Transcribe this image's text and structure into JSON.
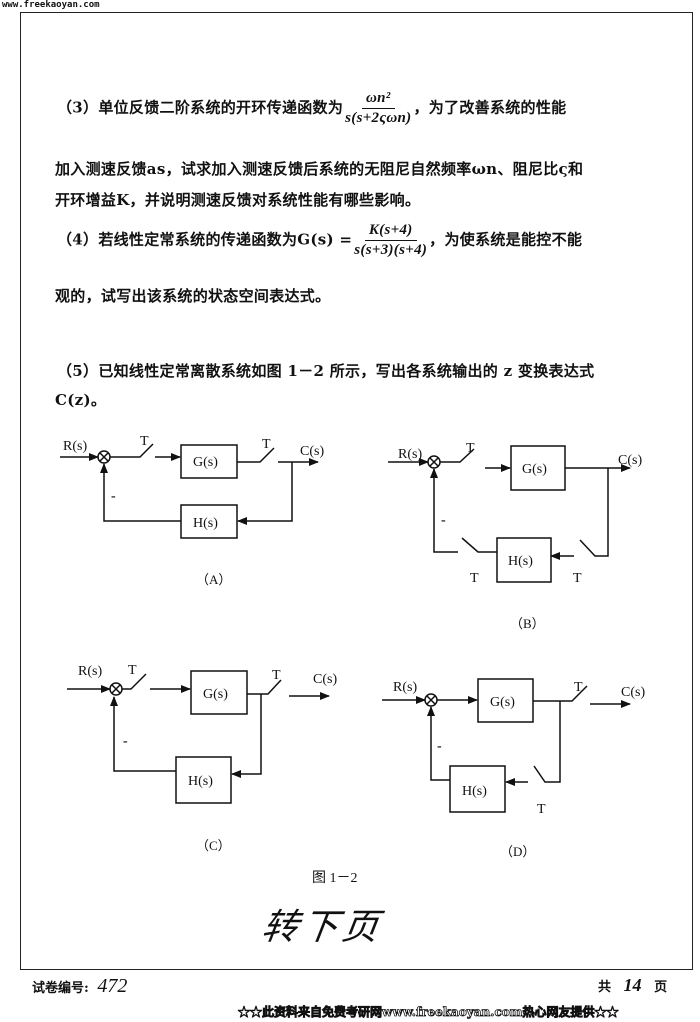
{
  "header": {
    "site_url": "www.freekaoyan.com"
  },
  "q3": {
    "prefix": "（3）单位反馈二阶系统的开环传递函数为",
    "tf_num": "ωn²",
    "tf_den": "s(s+2ςωn)",
    "suffix": "，为了改善系统的性能",
    "line2": "加入测速反馈as，试求加入测速反馈后系统的无阻尼自然频率ωn、阻尼比ς和",
    "line3": "开环增益K，并说明测速反馈对系统性能有哪些影响。"
  },
  "q4": {
    "prefix": "（4）若线性定常系统的传递函数为G(s) =",
    "tf_num": "K(s+4)",
    "tf_den": "s(s+3)(s+4)",
    "suffix": "，为使系统是能控不能",
    "line2": "观的，试写出该系统的状态空间表达式。"
  },
  "q5": {
    "line1": "（5）已知线性定常离散系统如图 1－2 所示，写出各系统输出的 z 变换表达式",
    "line2": "C(z)。"
  },
  "figure": {
    "labels": {
      "input": "R(s)",
      "output": "C(s)",
      "forward": "G(s)",
      "feedback": "H(s)",
      "sampler": "T",
      "minus": "-"
    },
    "captions": [
      "（A）",
      "（B）",
      "（C）",
      "（D）"
    ],
    "title": "图 1－2"
  },
  "handwriting": "转下页",
  "footer": {
    "paper_no_label": "试卷编号:",
    "paper_no": "472",
    "pages_prefix": "共",
    "pages": "14",
    "pages_suffix": "页",
    "source_note": "★★此资料来自免费考研网www.freekaoyan.com热心网友提供★★"
  }
}
